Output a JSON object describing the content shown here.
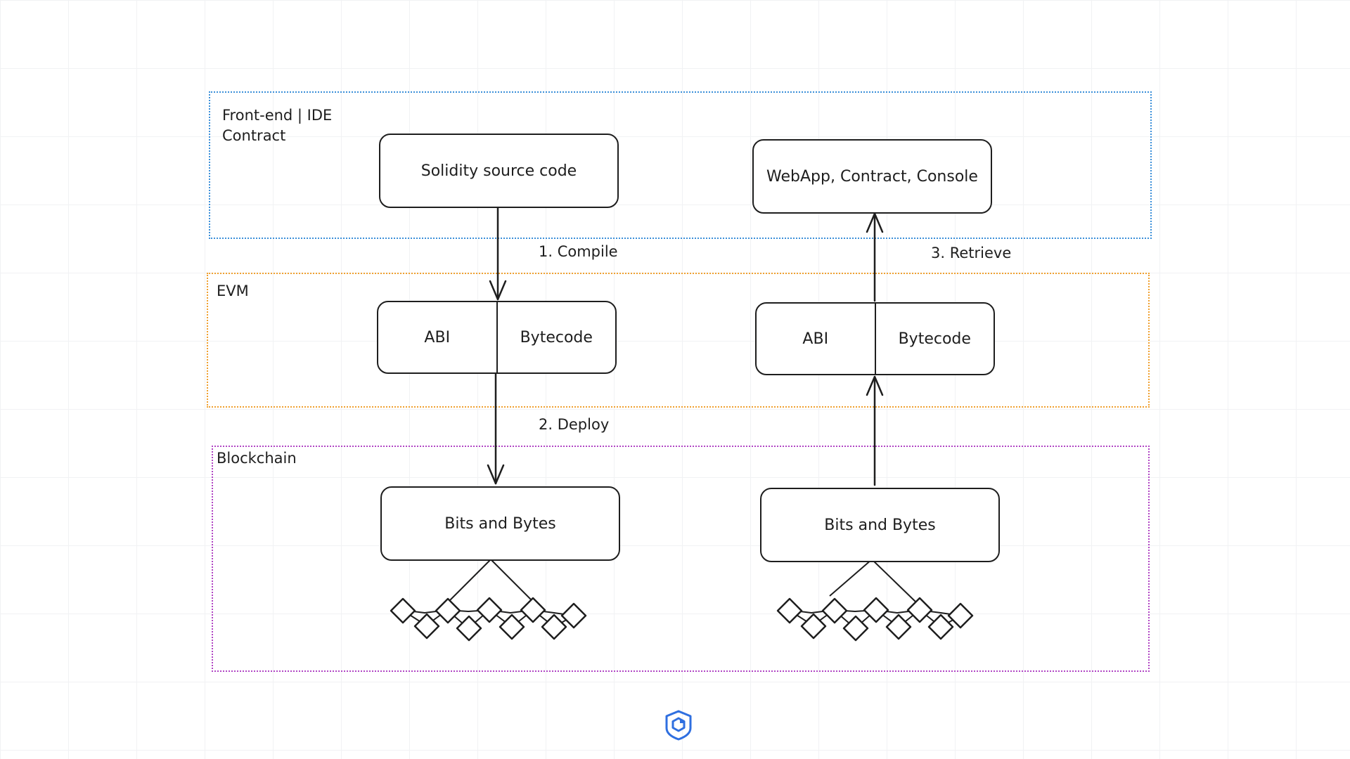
{
  "colors": {
    "frontend_zone": "#3b8fd9",
    "evm_zone": "#f0a030",
    "blockchain_zone": "#b145c4",
    "stroke": "#1e1e1e",
    "logo": "#2f6fe0"
  },
  "zones": {
    "frontend": {
      "label": "Front-end | IDE\nContract"
    },
    "evm": {
      "label": "EVM"
    },
    "blockchain": {
      "label": "Blockchain"
    }
  },
  "nodes": {
    "solidity": "Solidity source code",
    "webapp": "WebApp, Contract, Console",
    "abi_left": {
      "abi": "ABI",
      "bytecode": "Bytecode"
    },
    "abi_right": {
      "abi": "ABI",
      "bytecode": "Bytecode"
    },
    "bits_left": "Bits and Bytes",
    "bits_right": "Bits and Bytes"
  },
  "edges": {
    "compile": "1. Compile",
    "deploy": "2. Deploy",
    "retrieve": "3. Retrieve"
  },
  "icons": {
    "blockchain_left": "blockchain-network-icon",
    "blockchain_right": "blockchain-network-icon",
    "logo": "hexagon-shield-logo-icon"
  }
}
